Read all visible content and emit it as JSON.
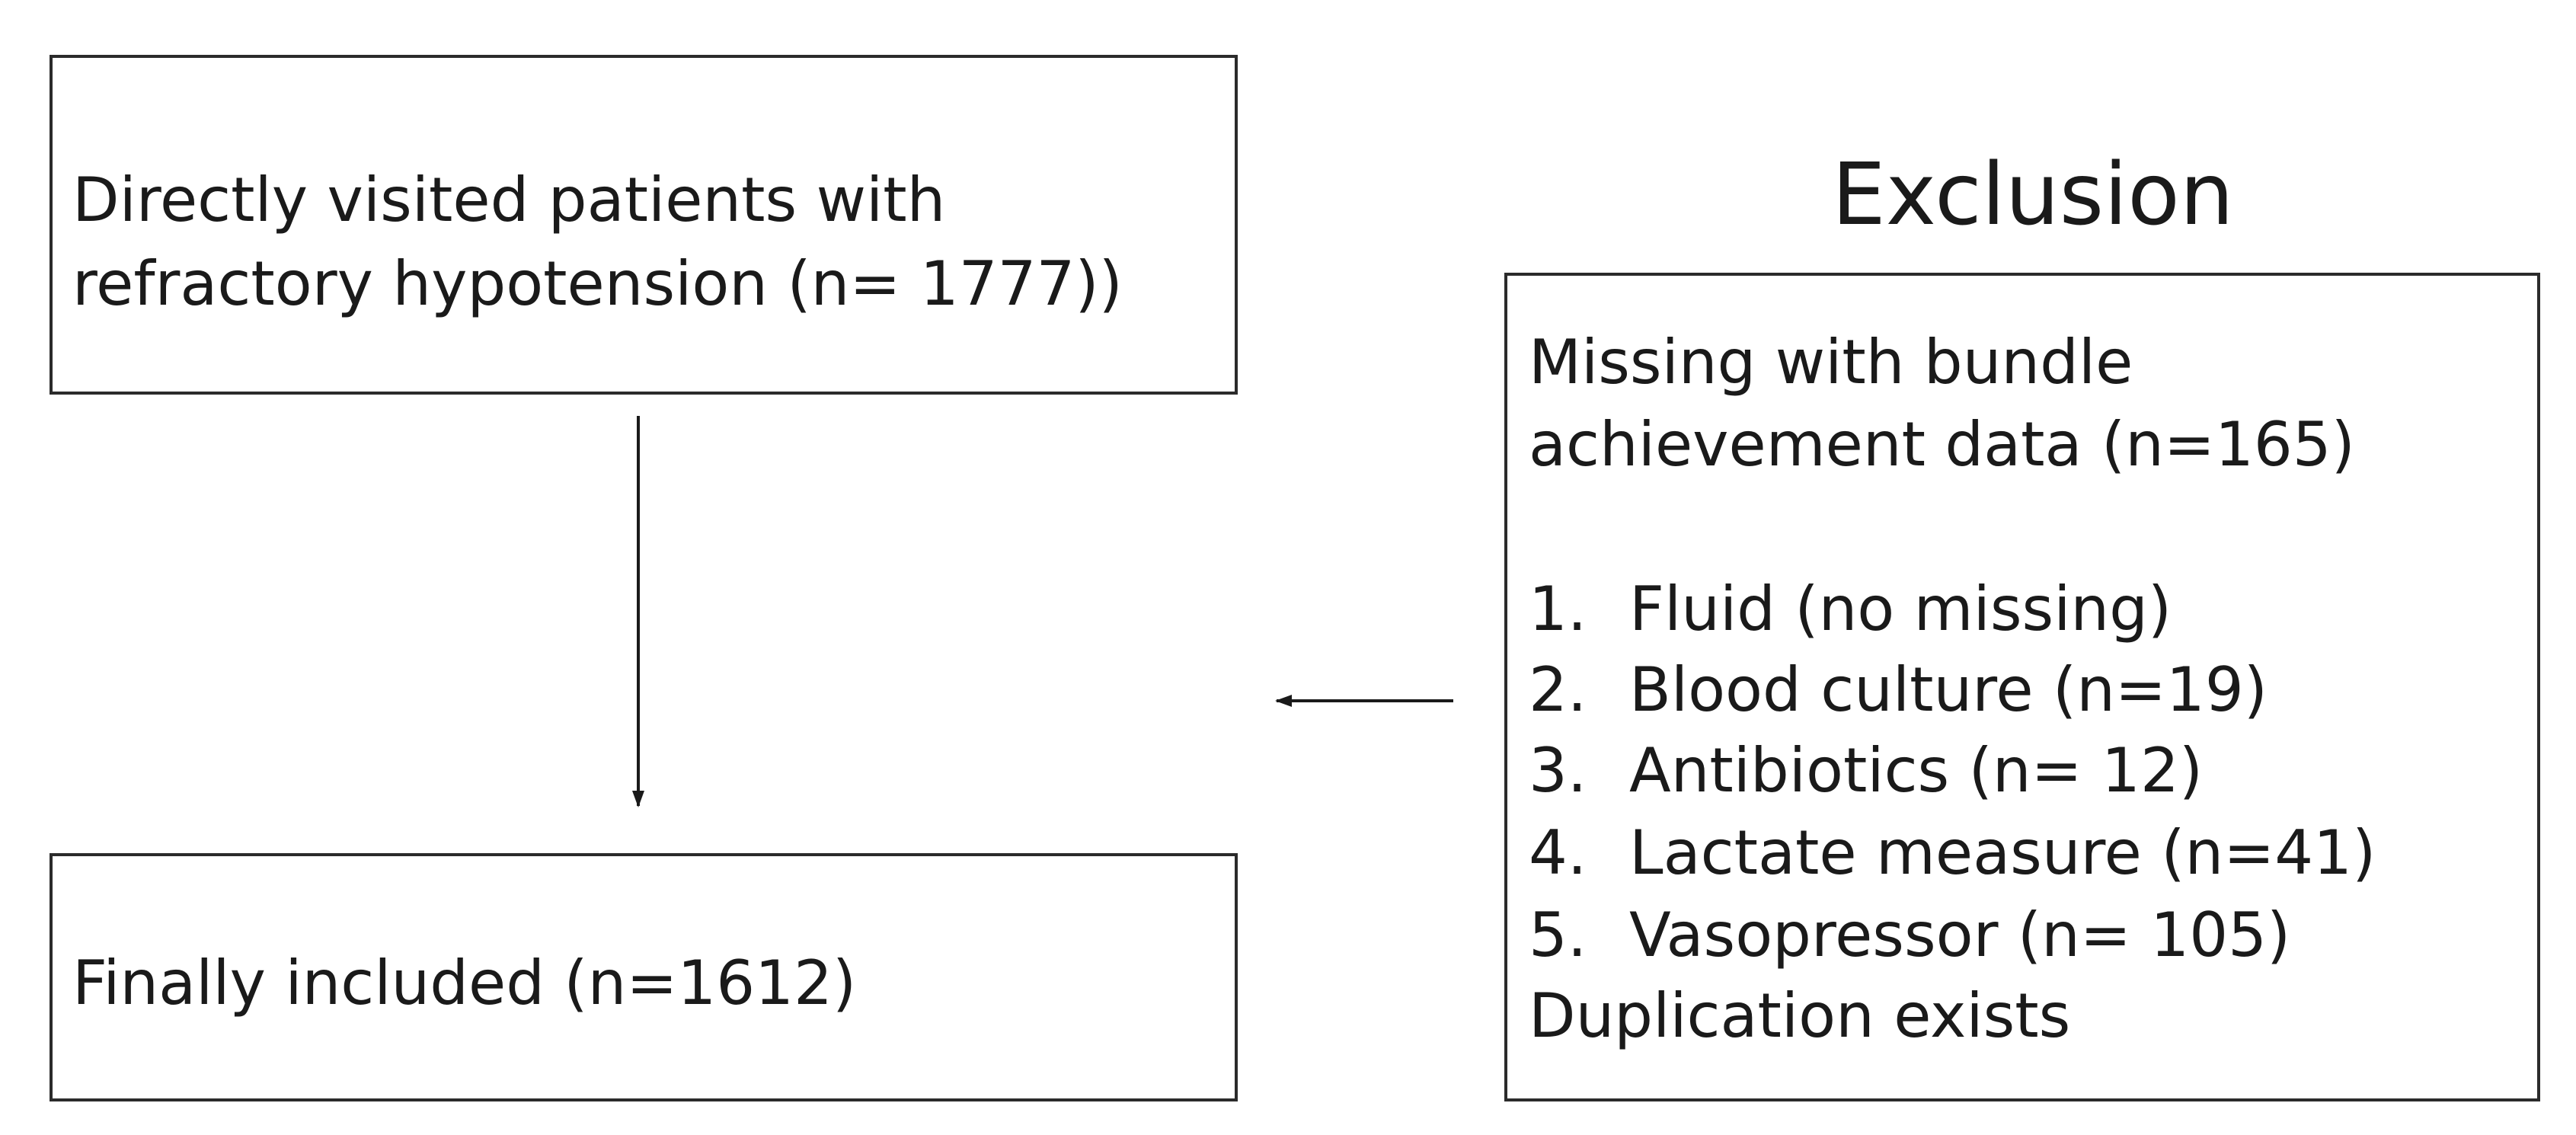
{
  "boxes": {
    "top": {
      "line1": "Directly visited patients with",
      "line2": "refractory hypotension (n= 1777))"
    },
    "bottom": {
      "text": "Finally included (n=1612)"
    }
  },
  "exclusion": {
    "title": "Exclusion",
    "intro_line1": "Missing with bundle",
    "intro_line2": "achievement data (n=165)",
    "items": [
      {
        "num": "1.",
        "text": "Fluid (no missing)"
      },
      {
        "num": "2.",
        "text": "Blood culture (n=19)"
      },
      {
        "num": "3.",
        "text": "Antibiotics (n= 12)"
      },
      {
        "num": "4.",
        "text": "Lactate measure (n=41)"
      },
      {
        "num": "5.",
        "text": "Vasopressor (n= 105)"
      }
    ],
    "footer": "Duplication exists"
  },
  "colors": {
    "border": "#2b2b2b",
    "text": "#1a1a1a",
    "arrow": "#1a1a1a"
  }
}
